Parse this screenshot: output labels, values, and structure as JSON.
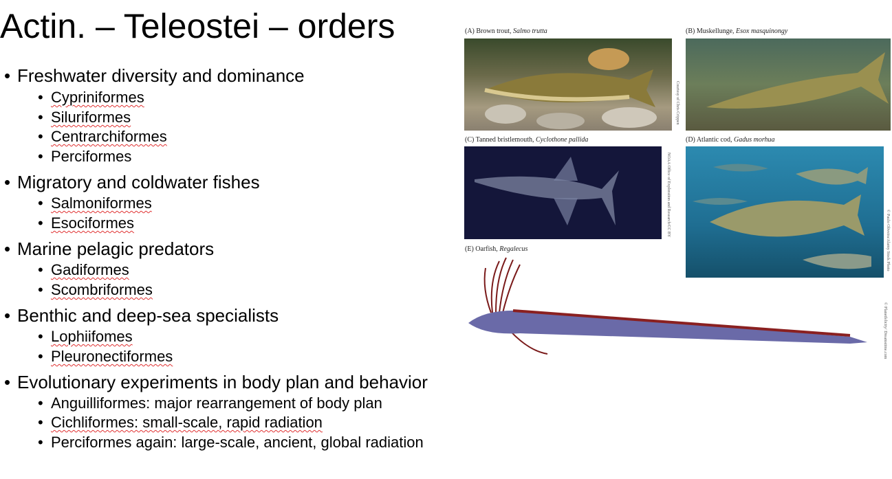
{
  "title": "Actin. – Teleostei – orders",
  "bullets": [
    {
      "text": "Freshwater diversity and dominance",
      "children": [
        "Cypriniformes",
        "Siluriformes",
        "Centrarchiformes",
        "Perciformes"
      ]
    },
    {
      "text": "Migratory and coldwater fishes",
      "children": [
        "Salmoniformes",
        "Esociformes"
      ]
    },
    {
      "text": "Marine pelagic predators",
      "children": [
        "Gadiformes",
        "Scombriformes"
      ]
    },
    {
      "text": "Benthic and deep-sea specialists",
      "children": [
        "Lophiifomes",
        "Pleuronectiformes"
      ]
    },
    {
      "text": "Evolutionary experiments in body plan and behavior",
      "children": [
        "Anguilliformes: major rearrangement of body plan",
        "Cichliformes: small-scale, rapid radiation",
        "Perciformes again: large-scale, ancient, global radiation"
      ]
    }
  ],
  "figure": {
    "panels": [
      {
        "label": "(A) Brown trout, ",
        "species": "Salmo trutta",
        "credit": "Courtesy of Chris Crippen"
      },
      {
        "label": "(B) Muskellunge, ",
        "species": "Esox masquinongy",
        "credit": ""
      },
      {
        "label": "(C) Tanned bristlemouth, ",
        "species": "Cyclothone pallida",
        "credit": "NOAA Office of Exploration and Research/CC BY"
      },
      {
        "label": "(D) Atlantic cod, ",
        "species": "Gadus morhua",
        "credit": "© Paulo Oliveira/Alamy Stock Photo"
      },
      {
        "label": "(E) Oarfish, ",
        "species": "Regalecus",
        "credit": "© Planetfelicity/ Dreamstime.com"
      }
    ]
  }
}
